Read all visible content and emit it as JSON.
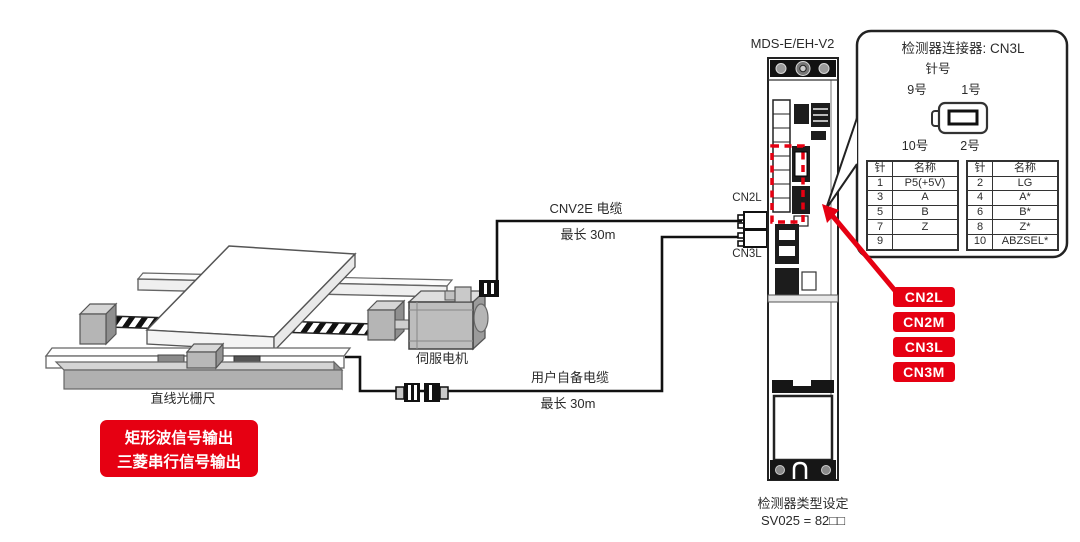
{
  "machine": {
    "scale_label": "直线光栅尺",
    "motor_label": "伺服电机",
    "signal_box_line1": "矩形波信号输出",
    "signal_box_line2": "三菱串行信号输出"
  },
  "cables": {
    "top_name": "CNV2E 电缆",
    "top_length": "最长 30m",
    "bottom_name": "用户自备电缆",
    "bottom_length": "最长 30m"
  },
  "drive": {
    "title": "MDS-E/EH-V2",
    "port_top": "CN2L",
    "port_bottom": "CN3L",
    "setting_line1": "检测器类型设定",
    "setting_line2": "SV025 = 82□□"
  },
  "connector_tags": [
    "CN2L",
    "CN2M",
    "CN3L",
    "CN3M"
  ],
  "callout": {
    "title": "检测器连接器: CN3L",
    "pin_no_label": "针号",
    "corner_9": "9号",
    "corner_1": "1号",
    "corner_10": "10号",
    "corner_2": "2号",
    "left_table": {
      "headers": {
        "pin": "针",
        "name": "名称"
      },
      "rows": [
        {
          "pin": "1",
          "name": "P5(+5V)"
        },
        {
          "pin": "3",
          "name": "A"
        },
        {
          "pin": "5",
          "name": "B"
        },
        {
          "pin": "7",
          "name": "Z"
        },
        {
          "pin": "9",
          "name": ""
        }
      ]
    },
    "right_table": {
      "headers": {
        "pin": "针",
        "name": "名称"
      },
      "rows": [
        {
          "pin": "2",
          "name": "LG"
        },
        {
          "pin": "4",
          "name": "A*"
        },
        {
          "pin": "6",
          "name": "B*"
        },
        {
          "pin": "8",
          "name": "Z*"
        },
        {
          "pin": "10",
          "name": "ABZSEL*"
        }
      ]
    }
  },
  "colors": {
    "accent_red": "#e60012",
    "line_dark": "#222222"
  }
}
